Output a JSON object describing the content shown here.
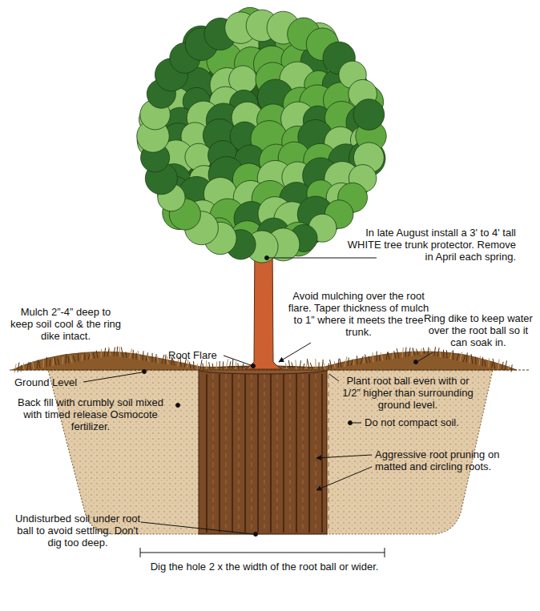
{
  "diagram": {
    "labels": [
      "In late August install a 3' to 4' tall WHITE tree trunk protector.  Remove in April each spring.",
      "Avoid mulching over the root flare. Taper thickness of mulch to 1” where it meets the tree trunk.",
      "Mulch 2”-4” deep to keep soil cool & the ring dike intact.",
      "Ring dike to keep water over the root ball so it can soak in.",
      "Root Flare",
      "Ground Level",
      "Plant root ball even with or 1/2” higher than surrounding ground level.",
      "Back fill with crumbly soil mixed with timed release Osmocote fertilizer.",
      "Do not compact soil.",
      "Undisturbed soil under root ball to avoid settling. Don't dig too deep.",
      "Aggressive root pruning on matted and circling roots.",
      "Dig the hole 2 x the width of the root ball or wider."
    ]
  }
}
